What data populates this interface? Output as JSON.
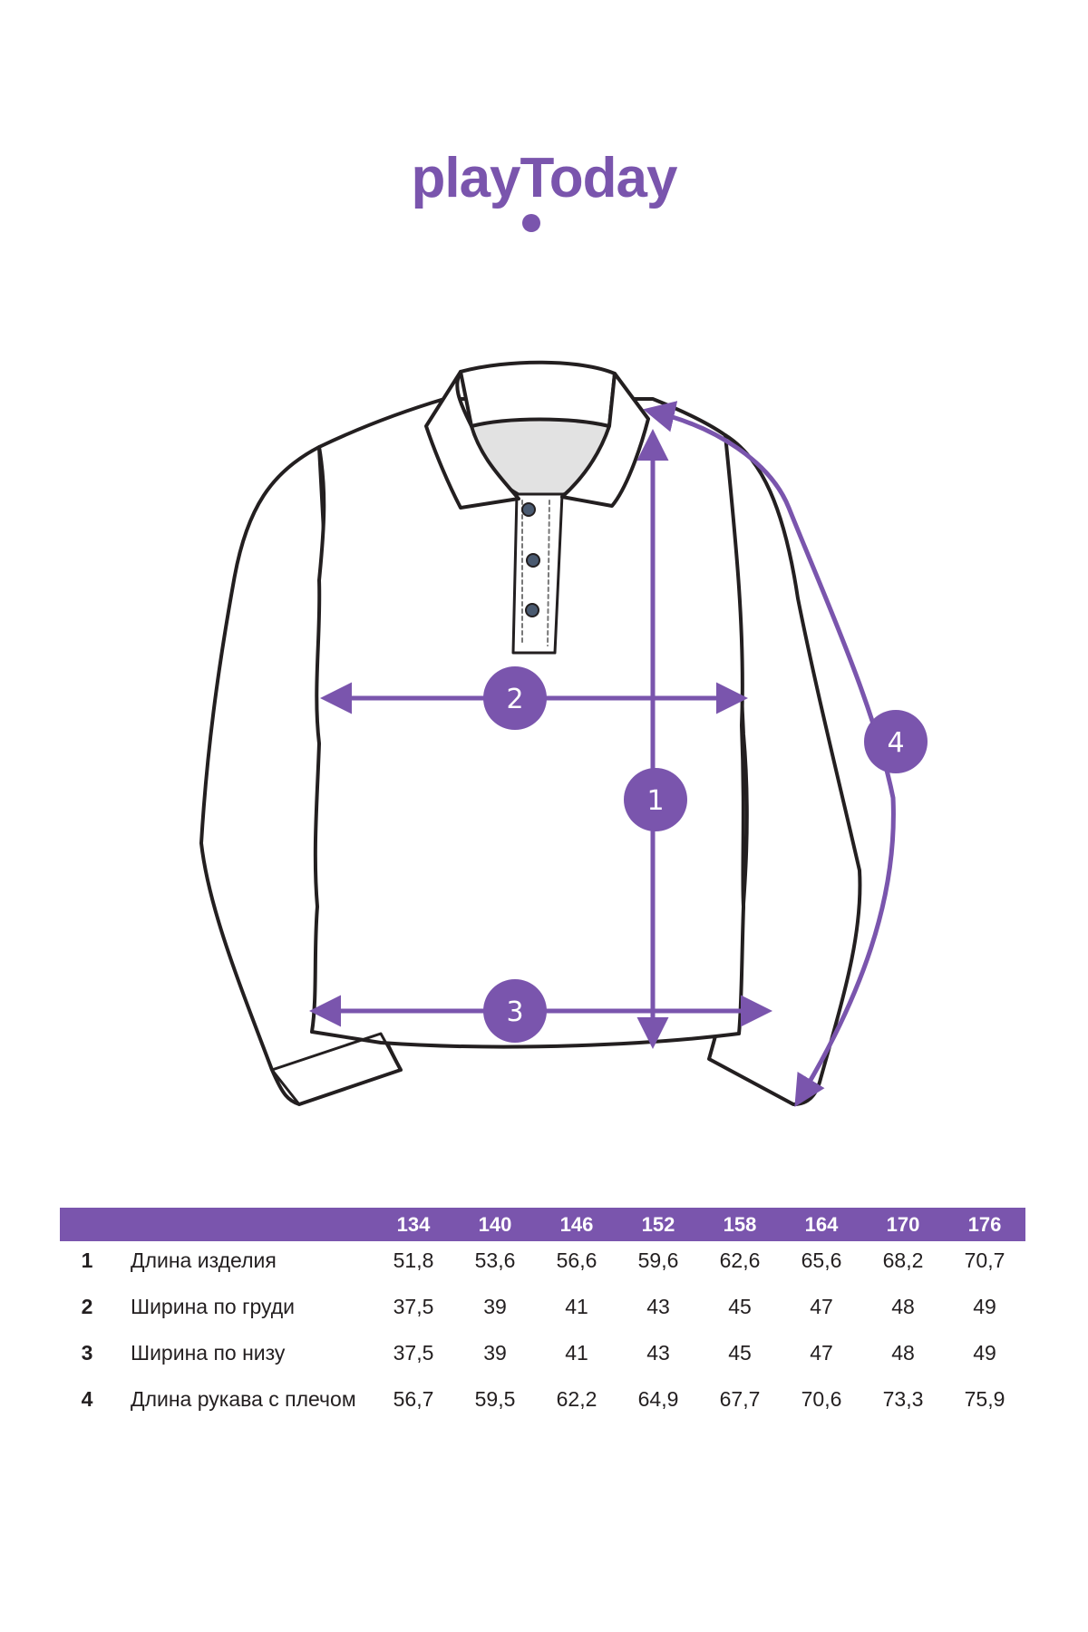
{
  "brand": {
    "logo_text": "playToday",
    "color": "#7a55ad"
  },
  "diagram": {
    "garment": "long-sleeve polo shirt",
    "accent_color": "#7a55ad",
    "outline_color": "#231f20",
    "markers": [
      {
        "id": "1",
        "label": "1"
      },
      {
        "id": "2",
        "label": "2"
      },
      {
        "id": "3",
        "label": "3"
      },
      {
        "id": "4",
        "label": "4"
      }
    ]
  },
  "size_table": {
    "sizes": [
      "134",
      "140",
      "146",
      "152",
      "158",
      "164",
      "170",
      "176"
    ],
    "rows": [
      {
        "num": "1",
        "label": "Длина изделия",
        "values": [
          "51,8",
          "53,6",
          "56,6",
          "59,6",
          "62,6",
          "65,6",
          "68,2",
          "70,7"
        ]
      },
      {
        "num": "2",
        "label": "Ширина по груди",
        "values": [
          "37,5",
          "39",
          "41",
          "43",
          "45",
          "47",
          "48",
          "49"
        ]
      },
      {
        "num": "3",
        "label": "Ширина по низу",
        "values": [
          "37,5",
          "39",
          "41",
          "43",
          "45",
          "47",
          "48",
          "49"
        ]
      },
      {
        "num": "4",
        "label": "Длина рукава с плечом",
        "values": [
          "56,7",
          "59,5",
          "62,2",
          "64,9",
          "67,7",
          "70,6",
          "73,3",
          "75,9"
        ]
      }
    ]
  }
}
